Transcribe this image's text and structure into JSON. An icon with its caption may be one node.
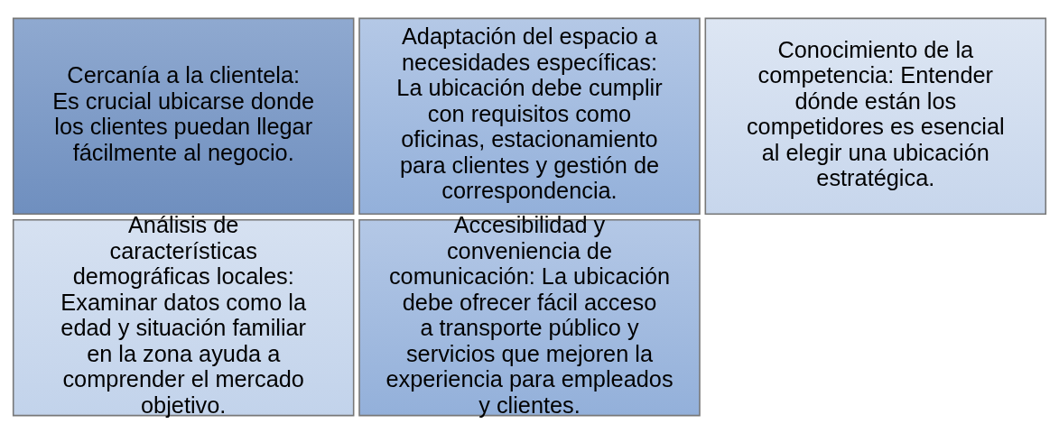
{
  "diagram": {
    "nodes": [
      {
        "text": [
          "Cercanía a la clientela: Es crucial ubicarse donde los clientes puedan llegar fácilmente al negocio."
        ]
      },
      {
        "text": [
          "Adaptación del espacio a necesidades específicas: La ubicación debe cumplir con requisitos como oficinas, estacionamiento para clientes y gestión de correspondencia."
        ]
      },
      {
        "text": [
          "Conocimiento de la competencia: Entender dónde están los competidores es esencial al elegir una ubicación estratégica."
        ]
      },
      {
        "text": [
          "Análisis de características demográficas locales: Examinar datos como la edad y situación familiar en la zona ayuda a comprender el mercado objetivo."
        ]
      },
      {
        "text": [
          "Accesibilidad y conveniencia de comunicación: La ubicación debe ofrecer fácil acceso a transporte público y servicios que mejoren la experiencia para empleados y clientes."
        ]
      }
    ],
    "edges": []
  }
}
